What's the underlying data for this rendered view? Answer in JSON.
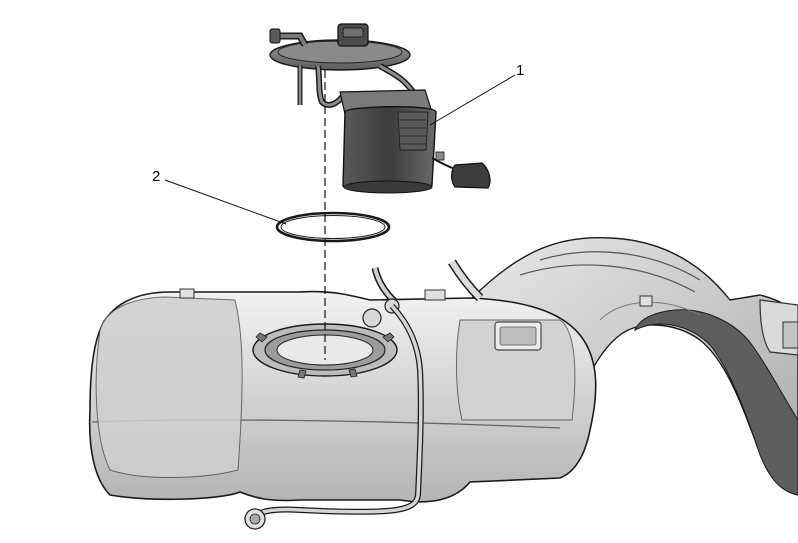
{
  "diagram": {
    "callouts": [
      {
        "id": "1",
        "text": "1"
      },
      {
        "id": "2",
        "text": "2"
      }
    ],
    "colors": {
      "metal_light": "#e4e4e4",
      "metal_mid": "#bdbdbd",
      "metal_dark": "#6d6d6d",
      "pump_body": "#4a4a4a",
      "outline": "#1a1a1a"
    }
  }
}
